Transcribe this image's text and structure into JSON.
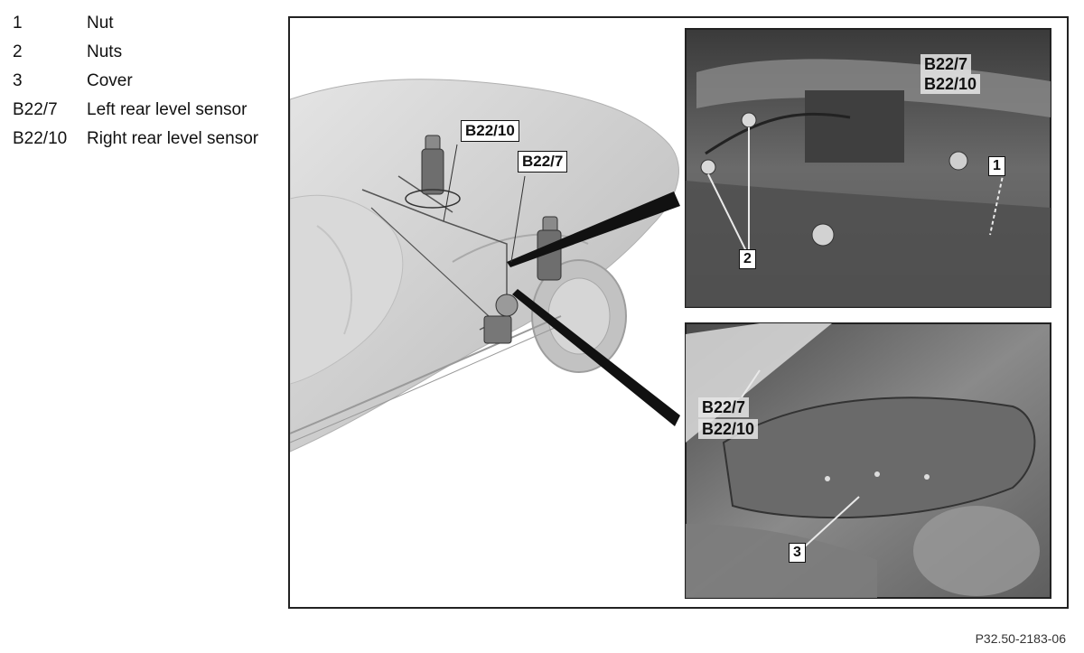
{
  "legend": [
    {
      "key": "1",
      "text": "Nut"
    },
    {
      "key": "2",
      "text": "Nuts"
    },
    {
      "key": "3",
      "text": "Cover"
    },
    {
      "key": "B22/7",
      "text": "Left rear level sensor"
    },
    {
      "key": "B22/10",
      "text": "Right rear level sensor"
    }
  ],
  "callouts": {
    "car_b22_10": "B22/10",
    "car_b22_7": "B22/7",
    "top_b22_7": "B22/7",
    "top_b22_10": "B22/10",
    "top_1": "1",
    "top_2": "2",
    "bottom_b22_7": "B22/7",
    "bottom_b22_10": "B22/10",
    "bottom_3": "3"
  },
  "figure_code": "P32.50-2183-06"
}
